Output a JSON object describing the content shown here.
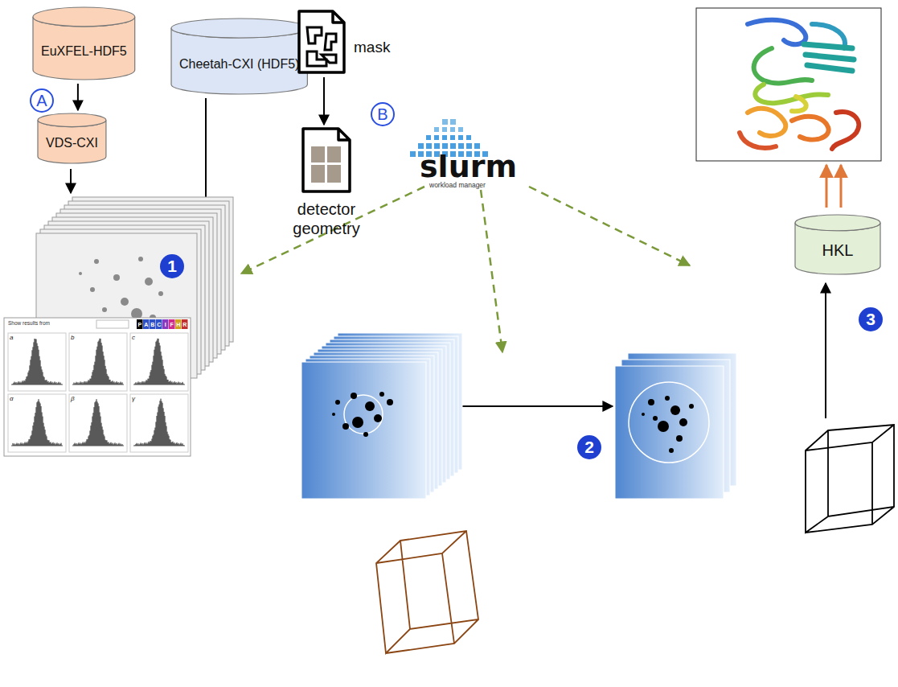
{
  "diagram": {
    "nodes": [
      {
        "text": [
          "EuXFEL-HDF5"
        ]
      },
      {
        "text": [
          "VDS-CXI"
        ]
      },
      {
        "text": [
          "Cheetah-CXI (HDF5)"
        ]
      },
      {
        "text": [
          "mask"
        ]
      },
      {
        "text": [
          "detector geometry"
        ]
      },
      {
        "text": [
          "HKL"
        ]
      }
    ],
    "edges": [
      {
        "from": 0,
        "to": 1,
        "arrow": "to"
      },
      {
        "from": 3,
        "to": 4,
        "arrow": "to"
      }
    ],
    "labels": [
      "A",
      "B",
      "slurm",
      "workload manager",
      "1",
      "2",
      "3",
      "Show results from",
      "P",
      "A",
      "B",
      "C",
      "I",
      "F",
      "H",
      "R",
      "a",
      "b",
      "c",
      "α",
      "β",
      "γ"
    ]
  }
}
